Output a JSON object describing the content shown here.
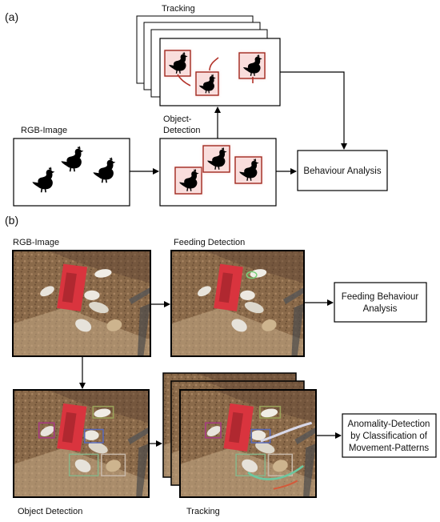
{
  "panel_a": {
    "label": "(a)",
    "tracking_label": "Tracking",
    "rgb_label": "RGB-Image",
    "detection_label_line1": "Object-",
    "detection_label_line2": "Detection",
    "analysis_label": "Behaviour Analysis"
  },
  "panel_b": {
    "label": "(b)",
    "rgb_label": "RGB-Image",
    "feeding_label": "Feeding Detection",
    "feeding_analysis_line1": "Feeding Behaviour",
    "feeding_analysis_line2": "Analysis",
    "object_detection_label": "Object Detection",
    "tracking_label": "Tracking",
    "anomaly_line1": "Anomality-Detection",
    "anomaly_line2": "by Classification of",
    "anomaly_line3": "Movement-Patterns"
  },
  "colors": {
    "chicken": "#000000",
    "bbox_a": "#a0281e",
    "bbox_glow": "#f6c7c6",
    "track_line": "#b3332a",
    "ground": "#8a6a4a",
    "feeder": "#d9343e",
    "bbox_magenta": "#a63a82",
    "bbox_olive": "#9aa25a",
    "bbox_blue": "#5a6ab8",
    "bbox_green": "#8ab48a",
    "bbox_tan": "#c8b8a8",
    "track_green": "#6cc8a0",
    "track_white": "#d8d8e8"
  }
}
